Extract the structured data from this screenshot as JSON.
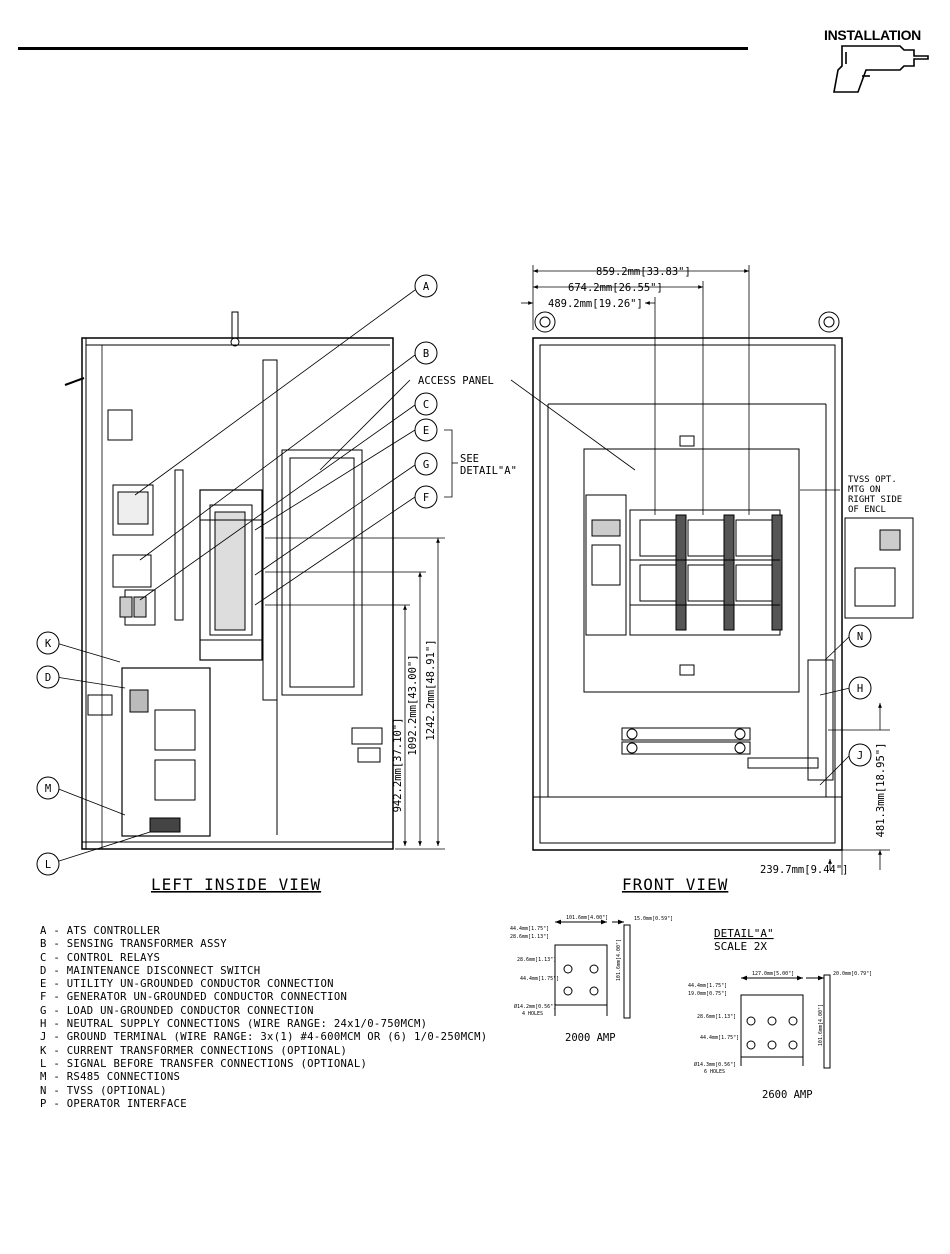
{
  "header": {
    "section_title": "INSTALLATION",
    "icon": "drill-icon"
  },
  "views": {
    "left_title": "LEFT INSIDE VIEW",
    "front_title": "FRONT VIEW"
  },
  "callouts": {
    "A": "A",
    "B": "B",
    "C": "C",
    "E": "E",
    "G": "G",
    "F": "F",
    "K": "K",
    "D": "D",
    "M": "M",
    "L": "L",
    "N": "N",
    "H": "H",
    "J": "J",
    "access_panel": "ACCESS PANEL",
    "see_detail_1": "SEE",
    "see_detail_2": "DETAIL\"A\"",
    "tvss_1": "TVSS OPT.",
    "tvss_2": "MTG ON",
    "tvss_3": "RIGHT SIDE",
    "tvss_4": "OF ENCL"
  },
  "dimensions": {
    "width_overall": "859.2mm[33.83\"]",
    "width_2": "674.2mm[26.55\"]",
    "width_3": "489.2mm[19.26\"]",
    "height_1": "942.2mm[37.10\"]",
    "height_2": "1092.2mm[43.00\"]",
    "height_3": "1242.2mm[48.91\"]",
    "ground_height": "481.3mm[18.95\"]",
    "ground_offset": "239.7mm[9.44\"]"
  },
  "legend": [
    "A - ATS CONTROLLER",
    "B - SENSING TRANSFORMER ASSY",
    "C - CONTROL RELAYS",
    "D - MAINTENANCE DISCONNECT SWITCH",
    "E - UTILITY UN-GROUNDED CONDUCTOR CONNECTION",
    "F - GENERATOR UN-GROUNDED CONDUCTOR CONNECTION",
    "G - LOAD UN-GROUNDED CONDUCTOR CONNECTION",
    "H - NEUTRAL SUPPLY CONNECTIONS (WIRE RANGE: 24x1/0-750MCM)",
    "J - GROUND TERMINAL (WIRE RANGE: 3x(1) #4-600MCM OR (6) 1/0-250MCM)",
    "K - CURRENT TRANSFORMER CONNECTIONS (OPTIONAL)",
    "L - SIGNAL BEFORE TRANSFER CONNECTIONS (OPTIONAL)",
    "M - RS485 CONNECTIONS",
    "N - TVSS (OPTIONAL)",
    "P - OPERATOR INTERFACE"
  ],
  "detail_a": {
    "title": "DETAIL\"A\"",
    "scale": "SCALE 2X",
    "amp_2000": "2000 AMP",
    "amp_2600": "2600 AMP",
    "d2000": {
      "w": "101.6mm[4.00\"]",
      "t": "15.0mm[0.59\"]",
      "a": "44.4mm[1.75\"]",
      "b": "28.6mm[1.13\"]",
      "c": "28.6mm[1.13\"]",
      "d": "44.4mm[1.75\"]",
      "h": "101.6mm[4.00\"]",
      "hole": "Ø14.2mm[0.56\"]",
      "holes": "4 HOLES"
    },
    "d2600": {
      "w": "127.0mm[5.00\"]",
      "t": "20.0mm[0.79\"]",
      "a": "44.4mm[1.75\"]",
      "b": "19.0mm[0.75\"]",
      "c": "28.6mm[1.13\"]",
      "d": "44.4mm[1.75\"]",
      "h": "101.6mm[4.00\"]",
      "hole": "Ø14.3mm[0.56\"]",
      "holes": "6 HOLES"
    }
  }
}
